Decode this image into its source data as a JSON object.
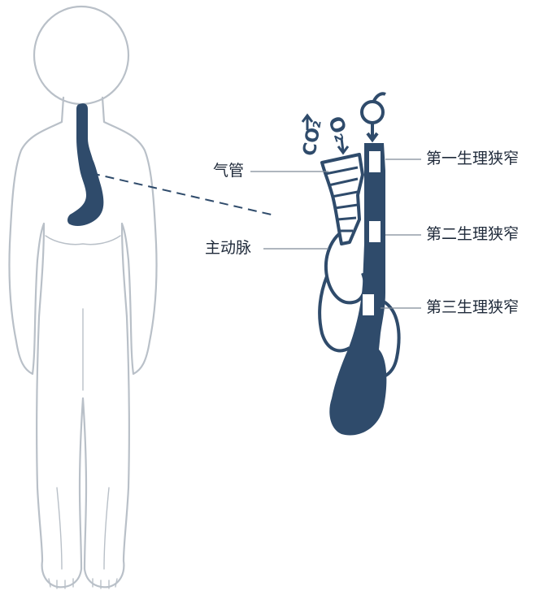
{
  "labels": {
    "trachea": "气管",
    "aorta": "主动脉",
    "stricture_1": "第一生理狭窄",
    "stricture_2": "第二生理狭窄",
    "stricture_3": "第三生理狭窄"
  },
  "gas_symbols": {
    "co2": "CO₂",
    "o2": "O₂"
  },
  "colors": {
    "organ_fill": "#2f4b6b",
    "body_outline": "#b9c0c8",
    "leader_line": "#7f8a96",
    "text": "#1f2a3a"
  }
}
